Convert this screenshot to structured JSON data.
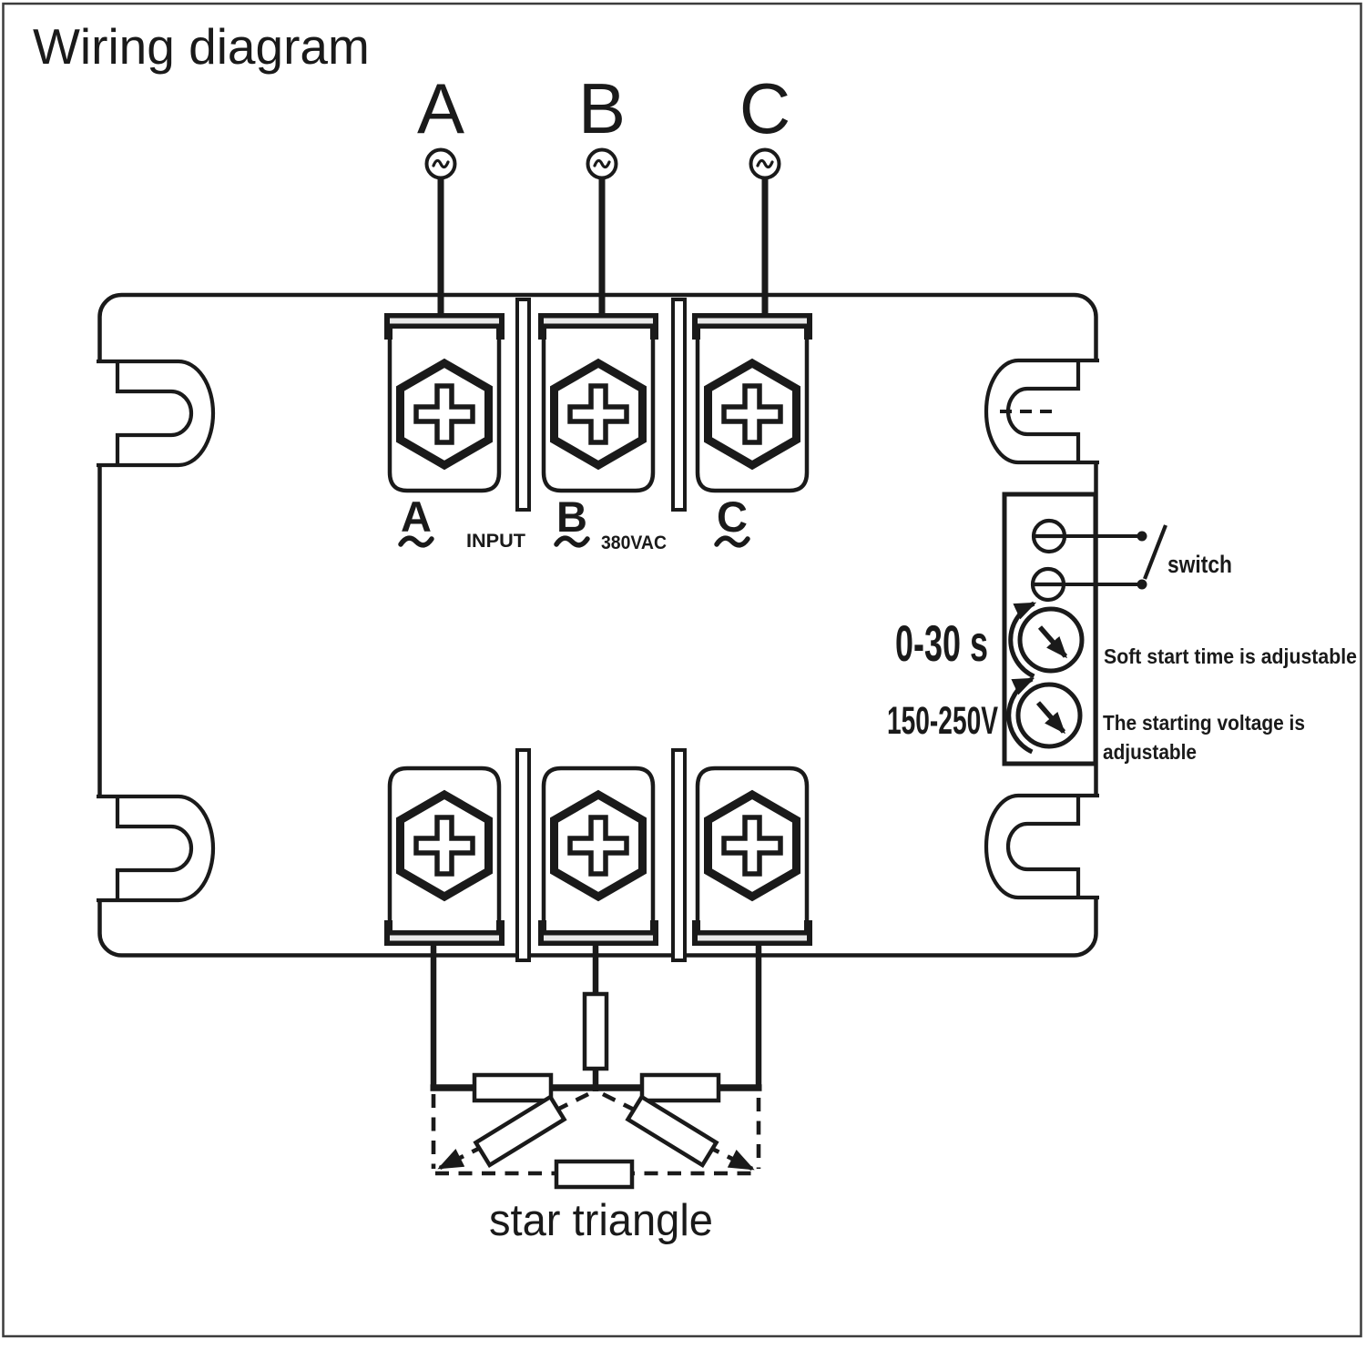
{
  "title": "Wiring diagram",
  "colors": {
    "ink": "#1a1a1a",
    "frame": "#3c3c3c",
    "paper": "#ffffff"
  },
  "icons": {
    "ac_source": "circle-with-tilde",
    "screw_terminal": "hexagon-with-cross",
    "potentiometer": "circle-with-pointer-and-rotation-arrow",
    "switch": "two-contacts-with-lever",
    "resistor": "open-rectangle",
    "mounting_slot": "u-shaped-slot"
  },
  "phases": [
    {
      "label": "A"
    },
    {
      "label": "B"
    },
    {
      "label": "C"
    }
  ],
  "input_row": {
    "phase_labels": [
      "A",
      "B",
      "C"
    ],
    "input_label": "INPUT",
    "voltage_label": "380VAC"
  },
  "control_panel": {
    "switch_label": "switch",
    "soft_start_range": "0-30 s",
    "soft_start_note": "Soft start time is adjustable",
    "voltage_range": "150-250V",
    "voltage_note_line1": "The starting voltage is",
    "voltage_note_line2": "adjustable"
  },
  "load_label": "star triangle"
}
